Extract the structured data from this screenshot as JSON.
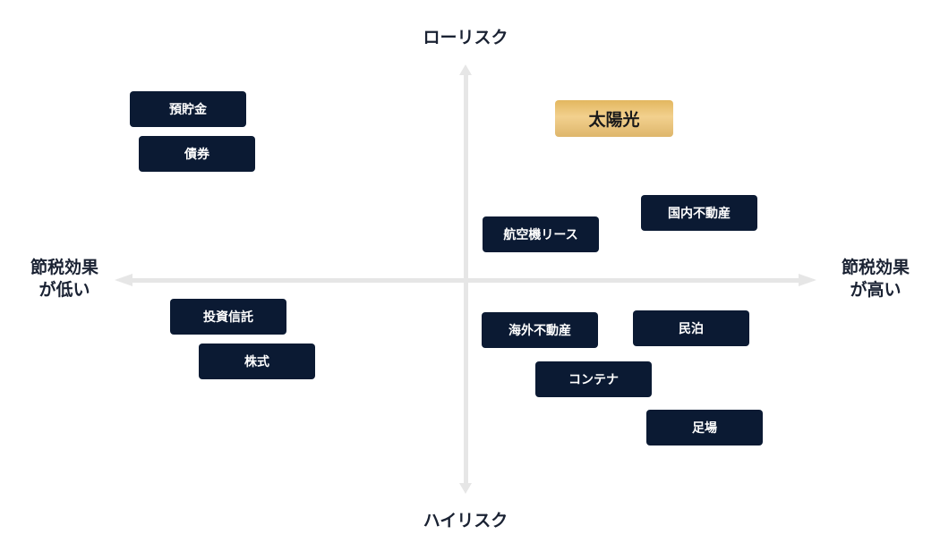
{
  "axes": {
    "top": "ローリスク",
    "bottom": "ハイリスク",
    "left": [
      "節税効果",
      "が低い"
    ],
    "right": [
      "節税効果",
      "が高い"
    ]
  },
  "items": [
    {
      "label": "預貯金",
      "highlight": false
    },
    {
      "label": "債券",
      "highlight": false
    },
    {
      "label": "太陽光",
      "highlight": true
    },
    {
      "label": "航空機リース",
      "highlight": false
    },
    {
      "label": "国内不動産",
      "highlight": false
    },
    {
      "label": "投資信託",
      "highlight": false
    },
    {
      "label": "株式",
      "highlight": false
    },
    {
      "label": "海外不動産",
      "highlight": false
    },
    {
      "label": "民泊",
      "highlight": false
    },
    {
      "label": "コンテナ",
      "highlight": false
    },
    {
      "label": "足場",
      "highlight": false
    }
  ],
  "colors": {
    "box": "#0b1a33",
    "highlight": "#f0cd88",
    "axis": "#e6e6e6"
  }
}
